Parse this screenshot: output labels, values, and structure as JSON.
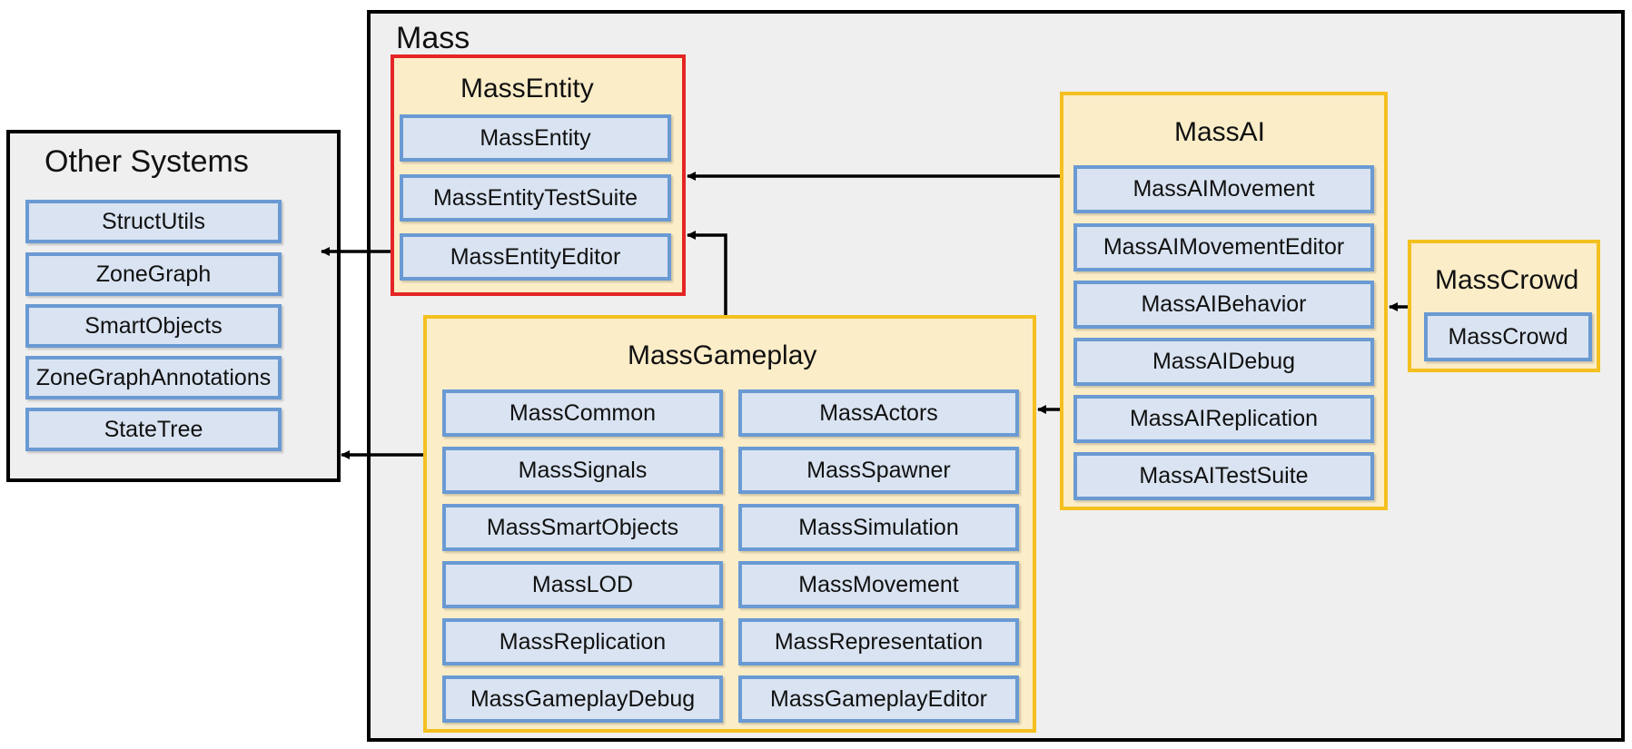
{
  "groups": {
    "other_systems": {
      "title": "Other Systems",
      "modules": [
        "StructUtils",
        "ZoneGraph",
        "SmartObjects",
        "ZoneGraphAnnotations",
        "StateTree"
      ]
    },
    "mass": {
      "title": "Mass"
    },
    "mass_entity": {
      "title": "MassEntity",
      "modules": [
        "MassEntity",
        "MassEntityTestSuite",
        "MassEntityEditor"
      ]
    },
    "mass_gameplay": {
      "title": "MassGameplay",
      "modules_left": [
        "MassCommon",
        "MassSignals",
        "MassSmartObjects",
        "MassLOD",
        "MassReplication",
        "MassGameplayDebug"
      ],
      "modules_right": [
        "MassActors",
        "MassSpawner",
        "MassSimulation",
        "MassMovement",
        "MassRepresentation",
        "MassGameplayEditor"
      ]
    },
    "mass_ai": {
      "title": "MassAI",
      "modules": [
        "MassAIMovement",
        "MassAIMovementEditor",
        "MassAIBehavior",
        "MassAIDebug",
        "MassAIReplication",
        "MassAITestSuite"
      ]
    },
    "mass_crowd": {
      "title": "MassCrowd",
      "modules": [
        "MassCrowd"
      ]
    }
  },
  "colors": {
    "group_outline": "#000000",
    "subgroup_outline": "#f4c01f",
    "highlight_outline": "#e52525",
    "subgroup_fill": "#fbedc8",
    "module_outline": "#6a9ad3",
    "module_fill": "#d9e3f1",
    "arrow": "#000000"
  }
}
